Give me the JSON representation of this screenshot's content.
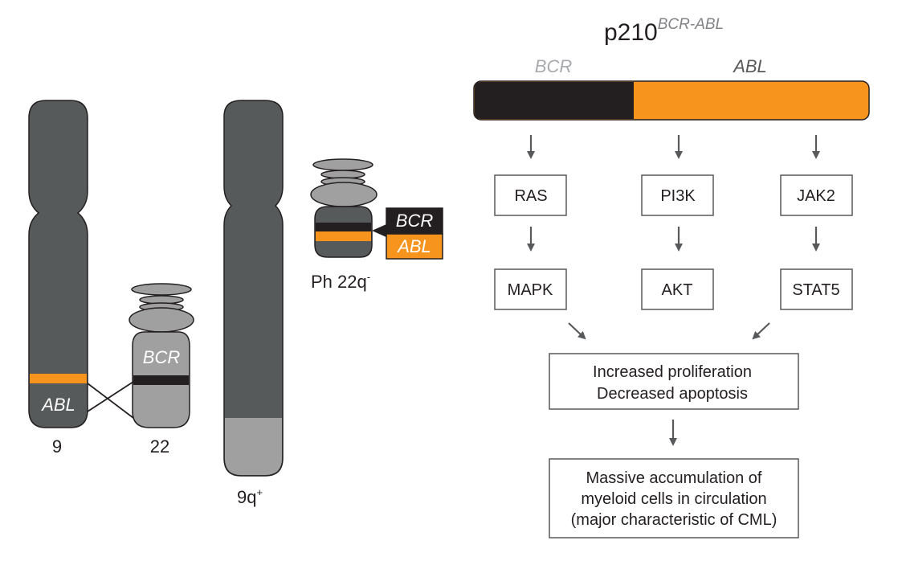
{
  "colors": {
    "chromosome_dark": "#575a5a",
    "chromosome_light": "#a0a0a0",
    "abl_orange": "#f7941d",
    "bcr_black": "#231f20",
    "arrow": "#58595b",
    "bcr_label_grey": "#a7a9ac"
  },
  "chromosomes": {
    "chr9_number": "9",
    "chr22_number": "22",
    "chr9q_number": "9q",
    "chr9q_sup": "+",
    "ph_label": "Ph 22q",
    "ph_sup": "-",
    "chr9_abl_label": "ABL",
    "chr22_bcr_label": "BCR",
    "ph_tag_bcr": "BCR",
    "ph_tag_abl": "ABL"
  },
  "protein": {
    "title": "p210",
    "title_sup": "BCR-ABL",
    "bcr_label": "BCR",
    "abl_label": "ABL"
  },
  "pathway": {
    "col1": [
      "RAS",
      "MAPK"
    ],
    "col2": [
      "PI3K",
      "AKT"
    ],
    "col3": [
      "JAK2",
      "STAT5"
    ],
    "outcome_lines": [
      "Increased proliferation",
      "Decreased apoptosis"
    ],
    "result_lines": [
      "Massive accumulation of",
      "myeloid cells in circulation",
      "(major characteristic of CML)"
    ]
  }
}
